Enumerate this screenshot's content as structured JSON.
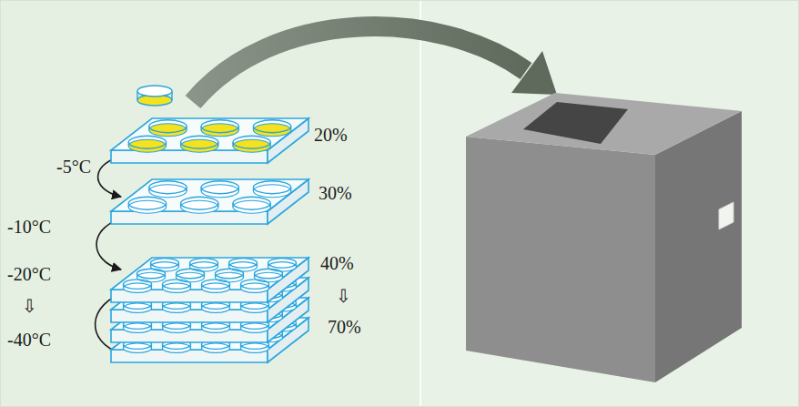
{
  "diagram": {
    "labels": [
      "20%",
      "30%",
      "40%",
      "⇩",
      "70%",
      "-5°C",
      "-10°C",
      "-20°C",
      "⇩",
      "-40°C"
    ]
  }
}
